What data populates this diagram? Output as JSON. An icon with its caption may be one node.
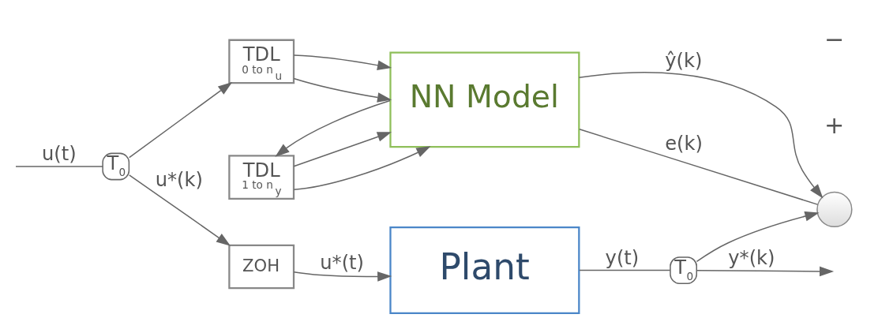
{
  "diagram": {
    "nodes": [
      {
        "text": [
          "T$_{0}$"
        ]
      },
      {
        "text": [
          "ZOH"
        ]
      },
      {
        "text": [
          "Plant"
        ]
      },
      {
        "text": [
          "T$_{0}$"
        ]
      },
      {
        "text": [],
        "shape": "circle"
      },
      {
        "text": [
          "TDL",
          "0 to n$_{u}$"
        ]
      },
      {
        "text": [
          "TDL",
          "1 to n$_{y}$"
        ]
      },
      {
        "text": [
          "NN Model"
        ]
      }
    ],
    "edges": [
      {
        "from": null,
        "to": 0,
        "arrow": "none",
        "label": "u(t)"
      },
      {
        "from": 0,
        "to": 1,
        "arrow": "to",
        "label": "u*(k)"
      },
      {
        "from": 0,
        "to": 5,
        "arrow": "to"
      },
      {
        "from": 1,
        "to": 2,
        "arrow": "to",
        "label": "u*(t)"
      },
      {
        "from": 2,
        "to": 3,
        "arrow": "none",
        "label": "y(t)"
      },
      {
        "from": 3,
        "to": null,
        "arrow": "to",
        "label": "y*(k)"
      },
      {
        "from": 3,
        "to": 4,
        "arrow": "to"
      },
      {
        "from": 7,
        "to": 4,
        "arrow": "to",
        "label": "ŷ(k)"
      },
      {
        "from": 4,
        "to": 7,
        "arrow": "none",
        "label": "e(k)"
      },
      {
        "from": 5,
        "to": 7,
        "arrow": "to"
      },
      {
        "from": 5,
        "to": 7,
        "arrow": "to"
      },
      {
        "from": 6,
        "to": 7,
        "arrow": "to"
      },
      {
        "from": 6,
        "to": 7,
        "arrow": "to"
      },
      {
        "from": 7,
        "to": 6,
        "arrow": "to"
      }
    ],
    "labels": [
      "+",
      "−"
    ]
  }
}
